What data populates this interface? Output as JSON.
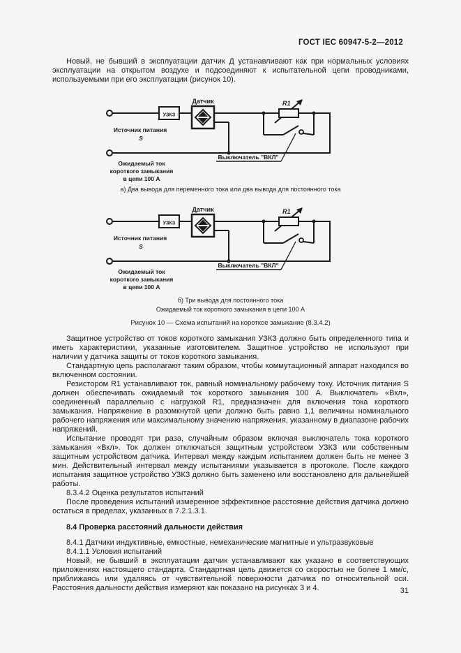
{
  "page": {
    "header": "ГОСТ IEC 60947-5-2—2012",
    "page_number": "31"
  },
  "intro_paragraph": "Новый, не бывший в эксплуатации датчик Д устанавливают как при нормальных условиях эксплуатации на открытом воздухе и подсоединяют к испытательной цепи проводниками, используемыми при его эксплуатации (рисунок 10).",
  "figure": {
    "caption_a": "а) Два вывода для переменного тока или два вывода для постоянного тока",
    "caption_b_line1": "б) Три вывода для постоянного тока",
    "caption_b_line2": "Ожидаемый ток короткого замыкания в цепи 100 А",
    "title": "Рисунок 10 — Схема испытаний на короткое замыкание (8.3.4.2)",
    "labels": {
      "sensor": "Датчик",
      "uzkz": "УЗКЗ",
      "r1": "R1",
      "source_line1": "Источник питания",
      "source_line2": "S",
      "expected_line1": "Ожидаемый ток",
      "expected_line2": "короткого замыкания",
      "expected_line3": "в цепи 100 А",
      "switch_label": "Выключатель \"ВКЛ\""
    }
  },
  "body_text": {
    "p_protective": "Защитное устройство от токов короткого замыкания УЗКЗ должно быть определенного типа и иметь характеристики, указанные изготовителем. Защитное устройство не используют при наличии у датчика защиты от токов короткого замыкания.",
    "p_standard_circuit": "Стандартную цепь располагают таким образом, чтобы коммутационный аппарат находился во включенном состоянии.",
    "p_resistor": "Резистором R1 устанавливают ток, равный номинальному рабочему току. Источник питания S должен обеспечивать ожидаемый ток короткого замыкания 100 А. Выключатель «Вкл», соединенный параллельно с нагрузкой R1, предназначен для включения тока короткого замыкания. Напряжение в разомкнутой цепи должно быть равно 1,1 величины номинального рабочего напряжения или максимальному значению напряжения, указанному в диапазоне рабочих напряжений.",
    "p_test": "Испытание проводят три раза, случайным образом включая выключатель тока короткого замыкания «Вкл». Ток должен отключаться защитным устройством УЗКЗ или собственным защитным устройством датчика. Интервал между каждым испытанием должен быть не менее 3 мин. Действительный интервал между испытаниями указывается в протоколе. После каждого испытания защитное устройство УЗКЗ должно быть заменено или восстановлено для дальнейшей работы.",
    "p_8342": "8.3.4.2 Оценка результатов испытаний",
    "p_after_tests": "После проведения испытаний измеренное эффективное расстояние действия датчика должно остаться в пределах, указанных в 7.2.1.3.1.",
    "h_84": "8.4 Проверка расстояний дальности действия",
    "p_841": "8.4.1 Датчики индуктивные, емкостные, немеханические магнитные и ультразвуковые",
    "p_8411": "8.4.1.1 Условия испытаний",
    "p_new_sensor": "Новый, не бывший в эксплуатации датчик устанавливают как указано в соответствующих приложениях настоящего стандарта. Стандартная цель движется со скоростью не более 1 мм/с, приближаясь или удаляясь от чувствительной поверхности датчика по относительной оси. Расстояния дальности действия измеряют как показано на рисунках 3 и 4."
  }
}
